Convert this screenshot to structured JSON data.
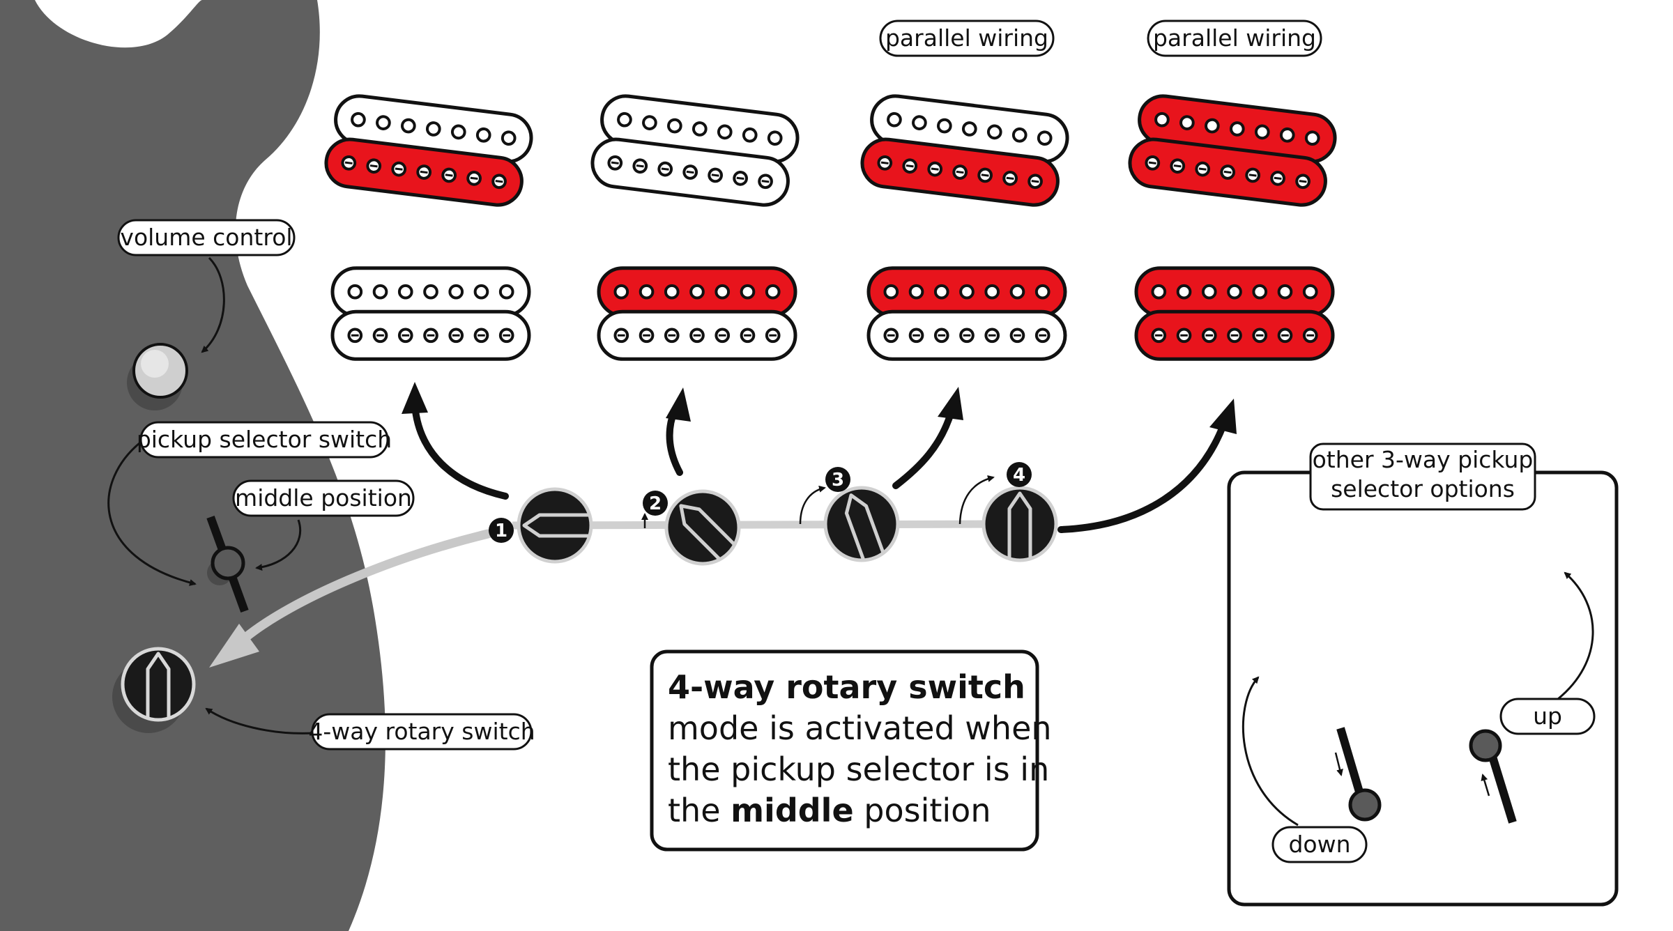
{
  "colors": {
    "guitar_body": "#5f5f5f",
    "active_coil": "#e8141c",
    "inactive_coil": "#ffffff",
    "outline": "#111111",
    "knob": "#1a1a1a",
    "track": "#d0d0d0"
  },
  "labels": {
    "volume_control": "volume control",
    "pickup_selector_switch": "pickup selector switch",
    "middle_position": "middle position",
    "rotary_switch": "4-way rotary switch",
    "parallel_wiring_1": "parallel wiring",
    "parallel_wiring_2": "parallel wiring"
  },
  "rotary_positions": [
    {
      "number": "1",
      "neck": [
        "off",
        "active"
      ],
      "bridge": [
        "off",
        "off"
      ]
    },
    {
      "number": "2",
      "neck": [
        "off",
        "off"
      ],
      "bridge": [
        "active",
        "off"
      ]
    },
    {
      "number": "3",
      "neck": [
        "off",
        "active"
      ],
      "bridge": [
        "active",
        "off"
      ]
    },
    {
      "number": "4",
      "neck": [
        "active",
        "active"
      ],
      "bridge": [
        "active",
        "active"
      ]
    }
  ],
  "note": {
    "line1_bold": "4-way rotary switch",
    "line2": "mode is activated when",
    "line3": "the pickup selector is in",
    "line4_pre": "the ",
    "line4_bold": "middle",
    "line4_post": " position"
  },
  "inset": {
    "title_line1": "other 3-way pickup",
    "title_line2": "selector options",
    "down": "down",
    "up": "up",
    "down_option": {
      "neck": [
        "off",
        "off"
      ],
      "bridge": [
        "active",
        "active"
      ]
    },
    "up_option": {
      "neck": [
        "active",
        "active"
      ],
      "bridge": [
        "off",
        "off"
      ]
    }
  }
}
